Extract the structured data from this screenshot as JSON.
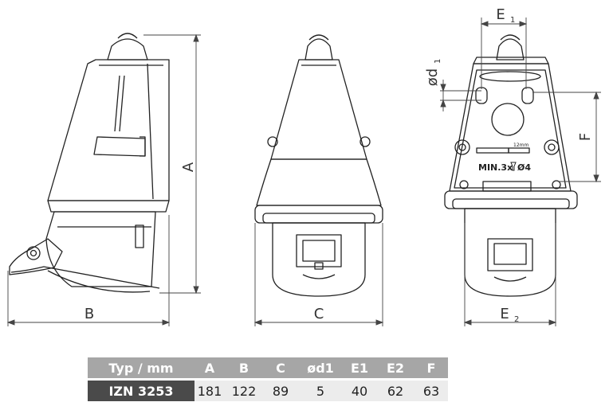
{
  "dimensions": {
    "side_height_label": "A",
    "side_width_label": "B",
    "front_width_label": "C",
    "rear_hole_dia_label": "ød",
    "rear_hole_dia_sub": "1",
    "rear_top_width_label": "E",
    "rear_top_width_sub": "1",
    "rear_bottom_width_label": "E",
    "rear_bottom_width_sub": "2",
    "rear_height_label": "F",
    "screw_note": "MIN.3x",
    "screw_size": "Ø4",
    "strip_length": "12mm"
  },
  "table": {
    "headers": [
      "Typ / mm",
      "A",
      "B",
      "C",
      "ød1",
      "E1",
      "E2",
      "F"
    ],
    "rows": [
      [
        "IZN 3253",
        "181",
        "122",
        "89",
        "5",
        "40",
        "62",
        "63"
      ]
    ]
  }
}
